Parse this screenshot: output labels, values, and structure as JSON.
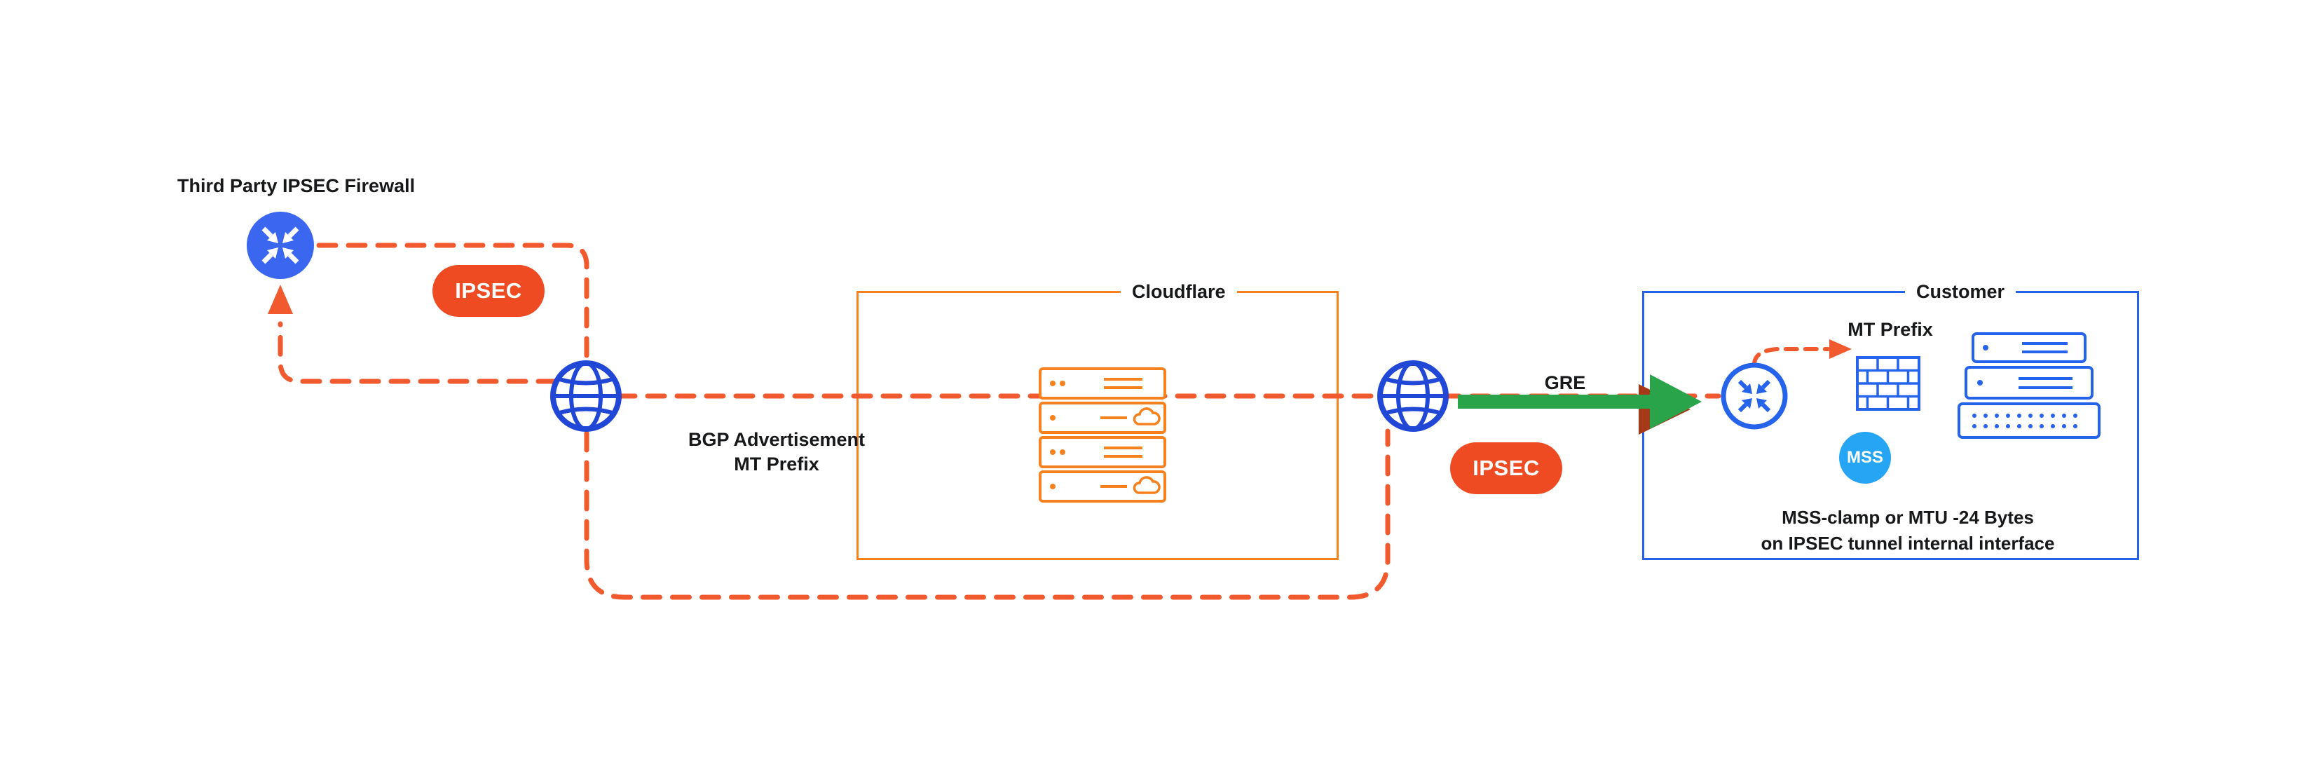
{
  "labels": {
    "third_party_firewall": "Third Party IPSEC Firewall",
    "cloudflare": "Cloudflare",
    "customer": "Customer",
    "gre": "GRE",
    "bgp_line1": "BGP Advertisement",
    "bgp_line2": "MT Prefix",
    "mt_prefix": "MT Prefix",
    "mss_note_line1": "MSS-clamp or MTU -24 Bytes",
    "mss_note_line2": "on IPSEC tunnel internal interface"
  },
  "badges": {
    "ipsec_left": "IPSEC",
    "ipsec_right": "IPSEC",
    "mss": "MSS"
  },
  "colors": {
    "dash_orange": "#f05a2e",
    "badge_orange": "#ee4b22",
    "cloudflare_orange": "#f6821f",
    "globe_blue": "#2047d6",
    "router_blue": "#3b66f0",
    "customer_blue": "#2563eb",
    "mss_blue": "#26a5f5",
    "gre_green": "#2aa44a",
    "text": "#17181a"
  }
}
